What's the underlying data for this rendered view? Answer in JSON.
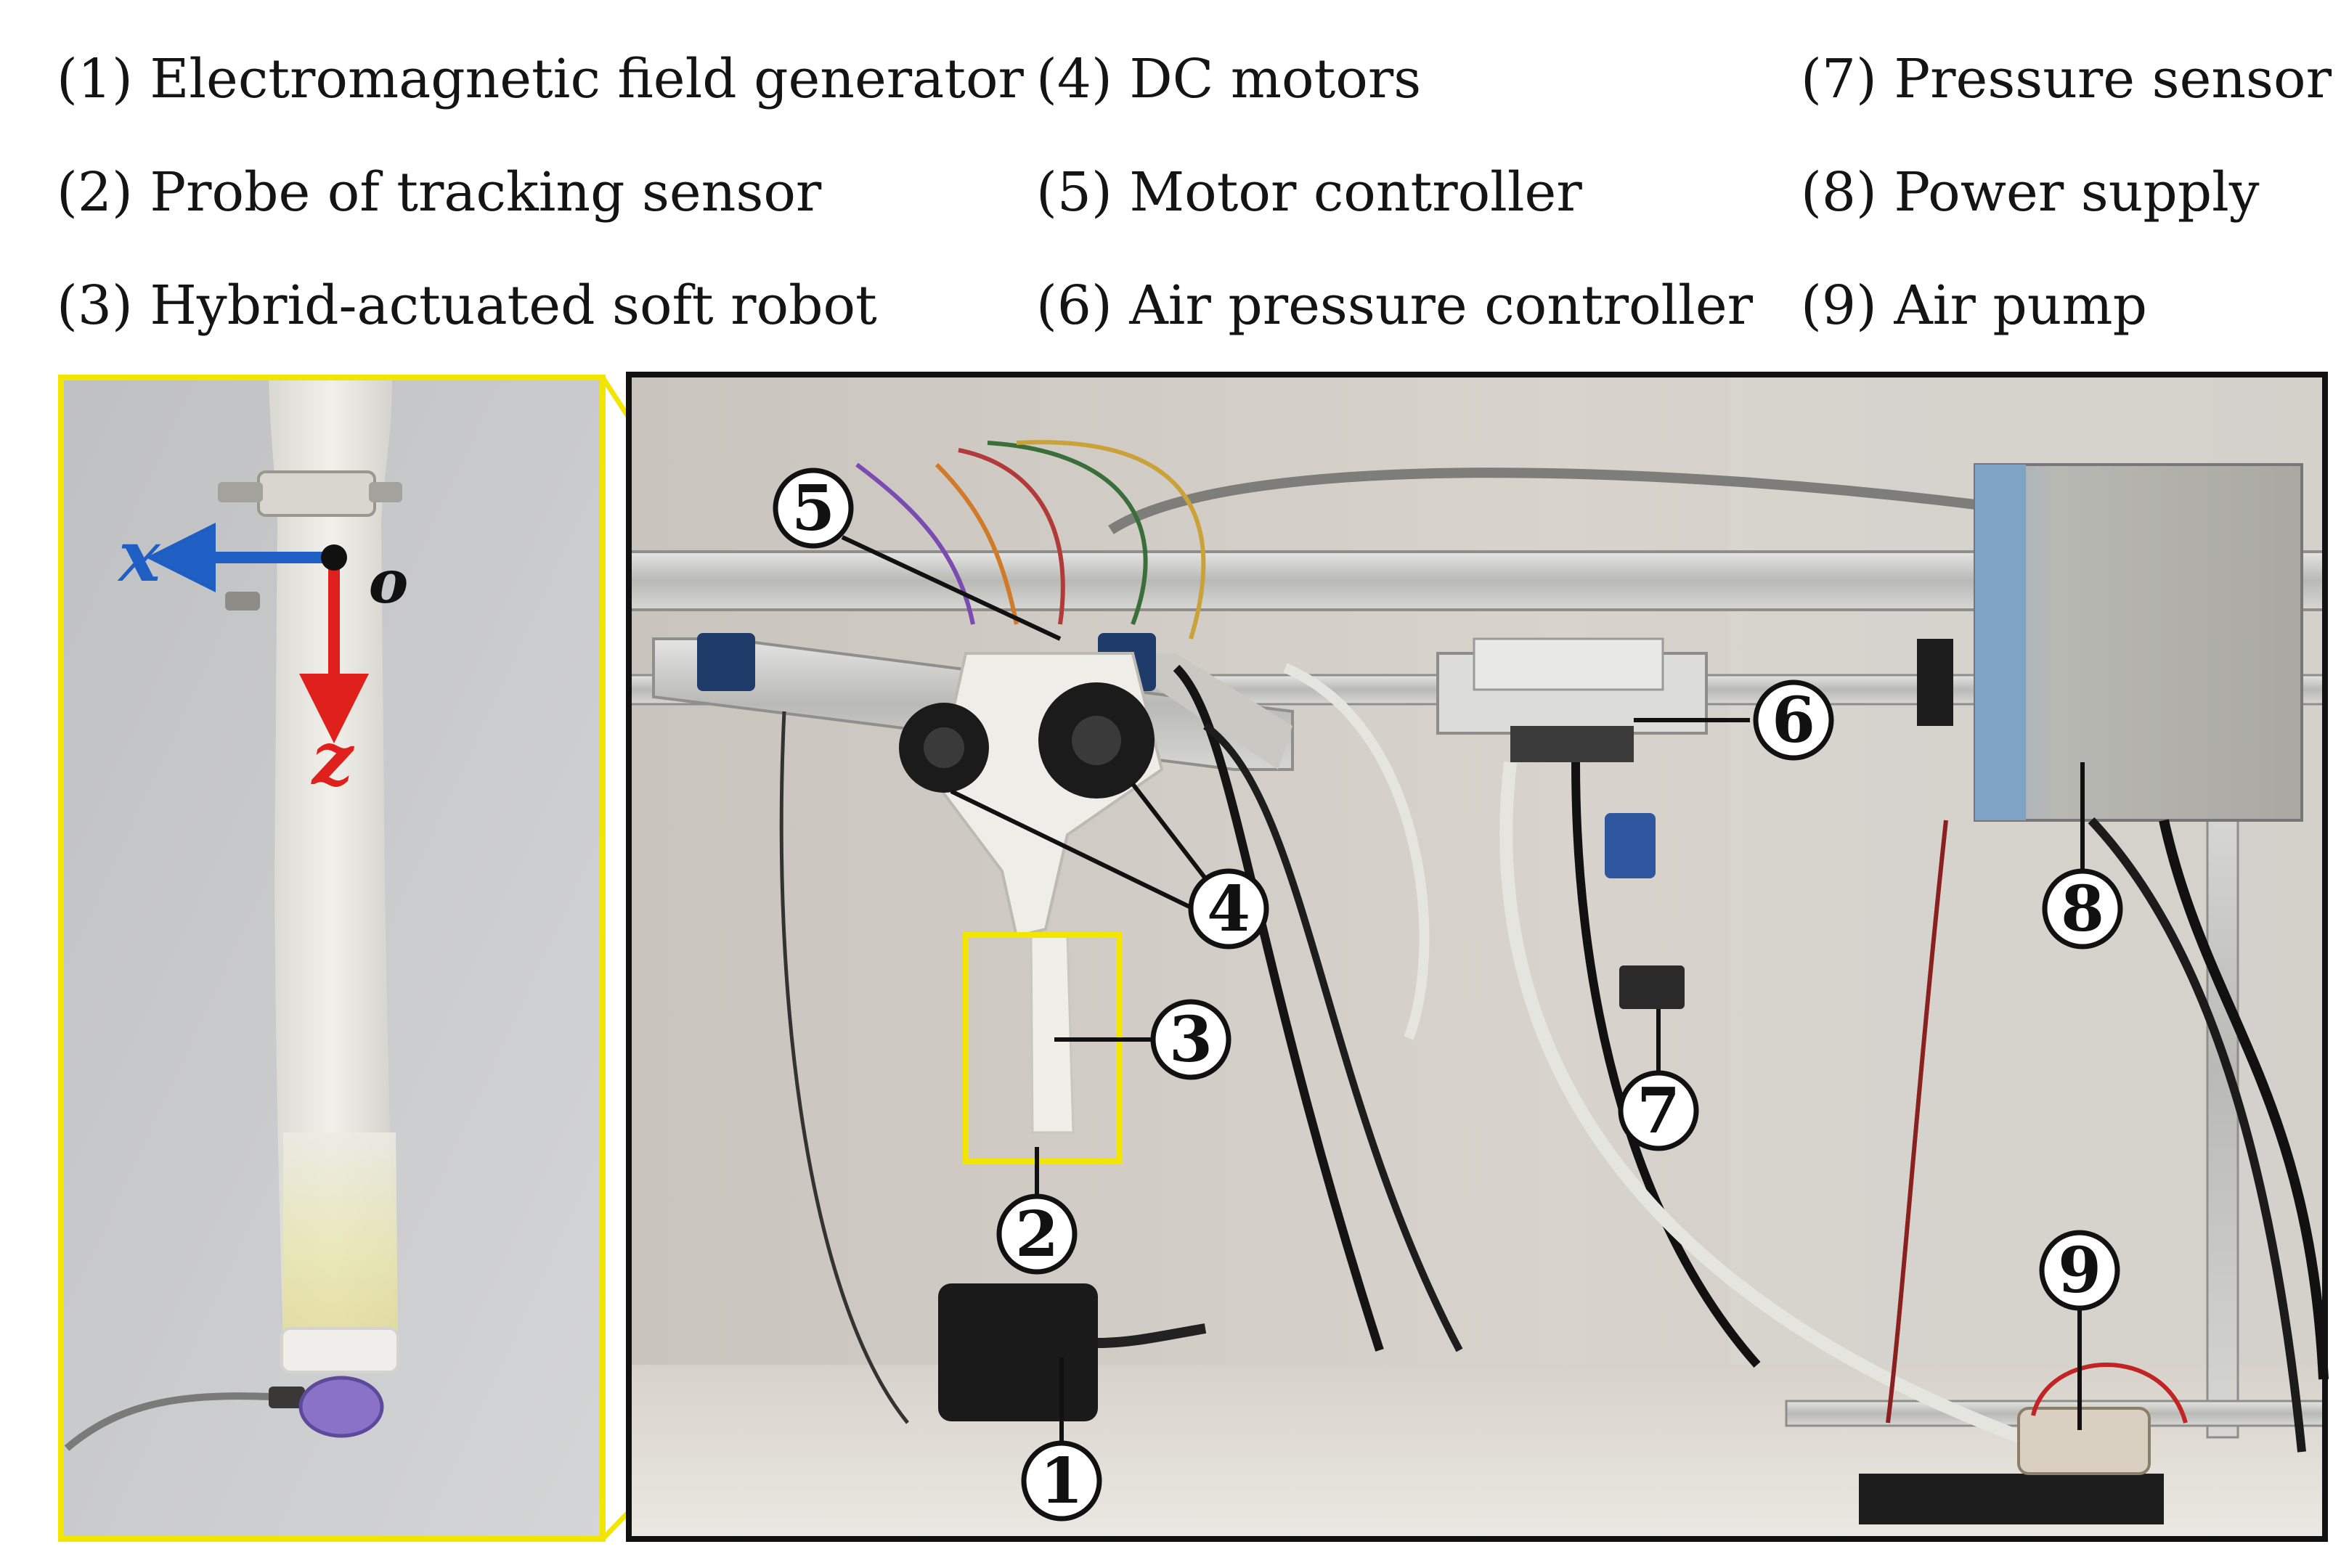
{
  "legend": [
    {
      "num": "(1)",
      "label": "Electromagnetic field generator"
    },
    {
      "num": "(2)",
      "label": "Probe of tracking sensor"
    },
    {
      "num": "(3)",
      "label": "Hybrid-actuated soft robot"
    },
    {
      "num": "(4)",
      "label": "DC motors"
    },
    {
      "num": "(5)",
      "label": "Motor controller"
    },
    {
      "num": "(6)",
      "label": "Air pressure controller"
    },
    {
      "num": "(7)",
      "label": "Pressure sensor"
    },
    {
      "num": "(8)",
      "label": "Power supply"
    },
    {
      "num": "(9)",
      "label": "Air pump"
    }
  ],
  "inset": {
    "axis_x": "x",
    "axis_z": "z",
    "origin": "o",
    "colors": {
      "x_axis": "#1f5fc4",
      "z_axis": "#e0201c",
      "frame": "#f2e600"
    }
  },
  "callouts": [
    "1",
    "2",
    "3",
    "4",
    "5",
    "6",
    "7",
    "8",
    "9"
  ]
}
